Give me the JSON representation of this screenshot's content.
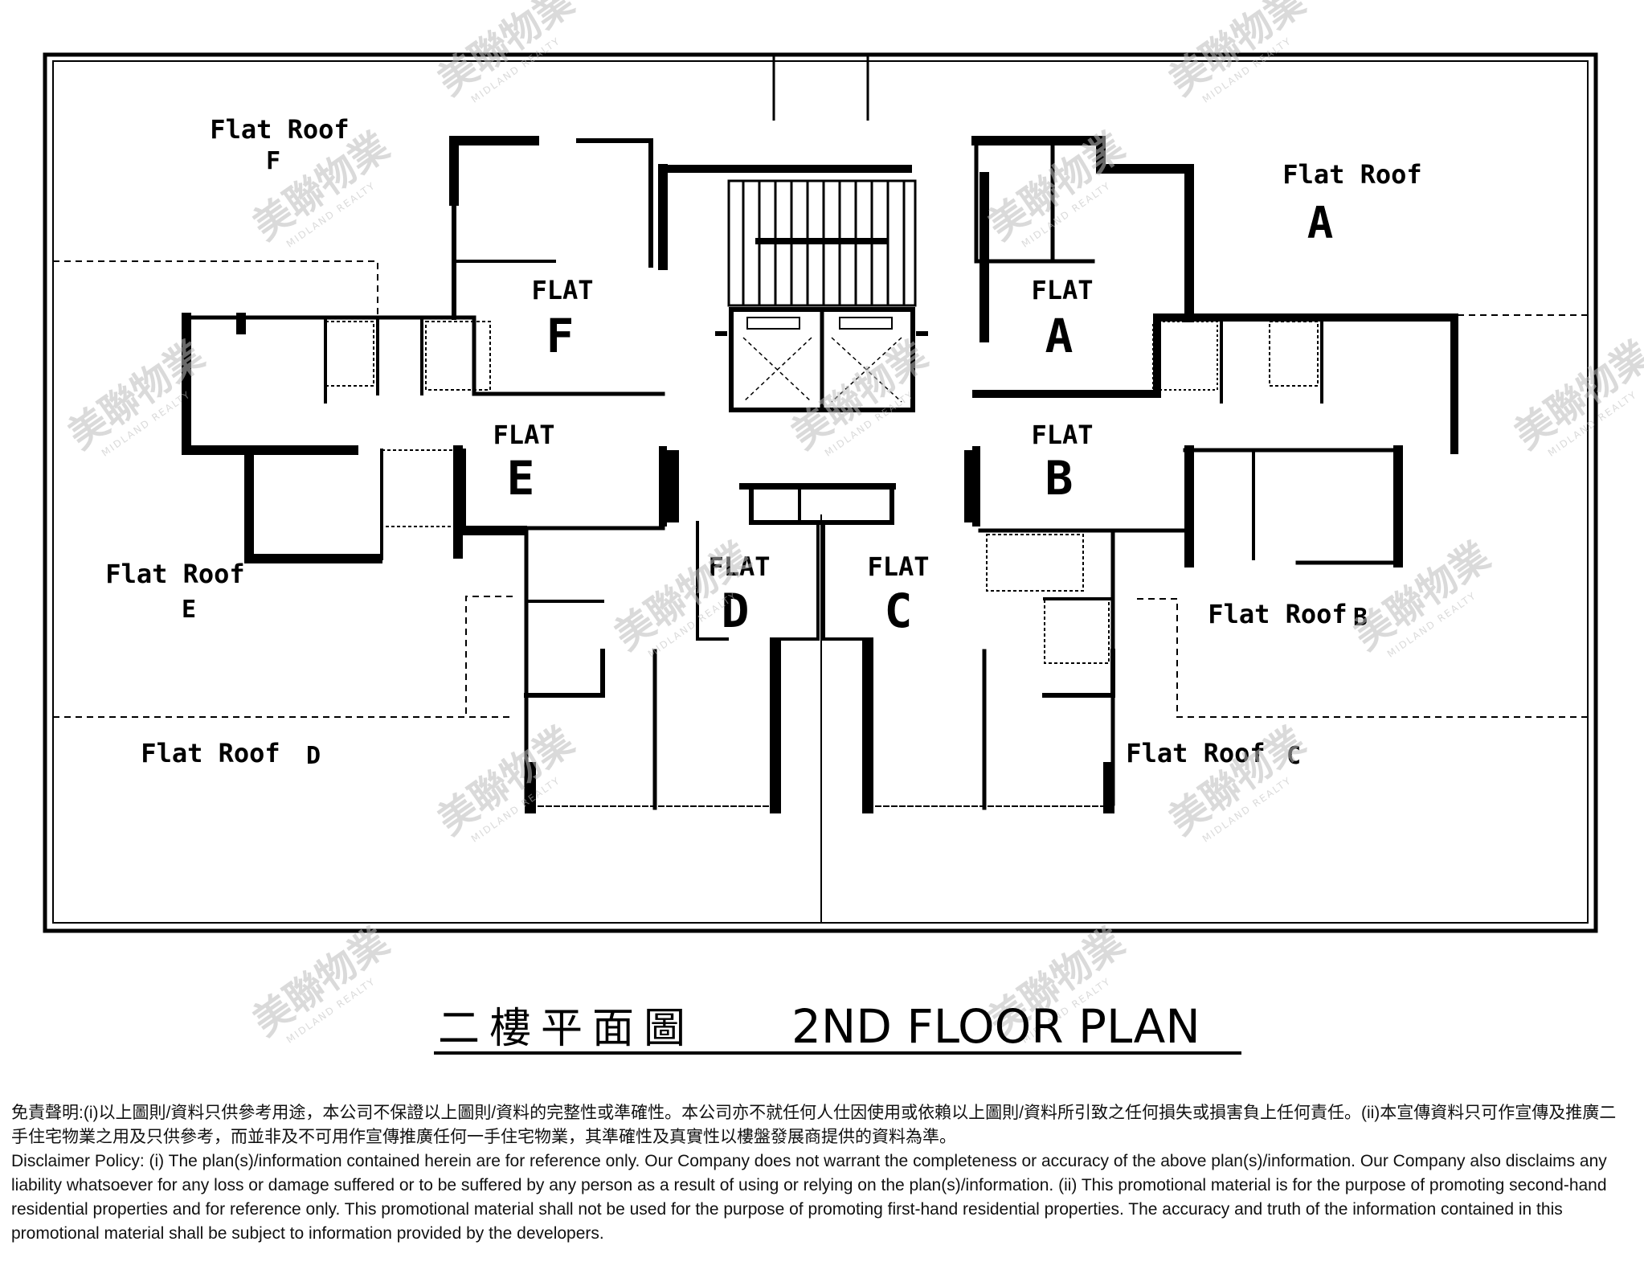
{
  "plan": {
    "flats": [
      {
        "id": "flat-a",
        "label": "FLAT",
        "letter": "A"
      },
      {
        "id": "flat-b",
        "label": "FLAT",
        "letter": "B"
      },
      {
        "id": "flat-c",
        "label": "FLAT",
        "letter": "C"
      },
      {
        "id": "flat-d",
        "label": "FLAT",
        "letter": "D"
      },
      {
        "id": "flat-e",
        "label": "FLAT",
        "letter": "E"
      },
      {
        "id": "flat-f",
        "label": "FLAT",
        "letter": "F"
      }
    ],
    "roofs": [
      {
        "id": "roof-f",
        "label": "Flat Roof",
        "letter": "F"
      },
      {
        "id": "roof-a",
        "label": "Flat Roof",
        "letter": "A"
      },
      {
        "id": "roof-e",
        "label": "Flat Roof",
        "letter": "E"
      },
      {
        "id": "roof-b",
        "label": "Flat Roof",
        "letter": "B"
      },
      {
        "id": "roof-d",
        "label": "Flat Roof",
        "letter": "D"
      },
      {
        "id": "roof-c",
        "label": "Flat Roof",
        "letter": "C"
      }
    ],
    "title_cn": "二樓平面圖",
    "title_en": "2ND FLOOR PLAN"
  },
  "watermark": {
    "cn": "美聯物業",
    "en": "MIDLAND REALTY"
  },
  "disclaimer": {
    "cn": "免責聲明:(i)以上圖則/資料只供參考用途，本公司不保證以上圖則/資料的完整性或準確性。本公司亦不就任何人仕因使用或依賴以上圖則/資料所引致之任何損失或損害負上任何責任。(ii)本宣傳資料只可作宣傳及推廣二手住宅物業之用及只供參考，而並非及不可用作宣傳推廣任何一手住宅物業，其準確性及真實性以樓盤發展商提供的資料為準。",
    "en": "Disclaimer Policy: (i) The plan(s)/information contained herein are for reference only. Our Company does not warrant the completeness or accuracy of the above plan(s)/information. Our Company also disclaims any liability whatsoever for any loss or damage suffered or to be suffered by any person as a result of using or relying on the plan(s)/information. (ii) This promotional material is for the purpose of promoting second-hand residential properties and for reference only. This promotional material shall not be used for the purpose of promoting first-hand residential properties. The accuracy and truth of the information contained in this promotional material shall be subject to information provided by the developers."
  }
}
